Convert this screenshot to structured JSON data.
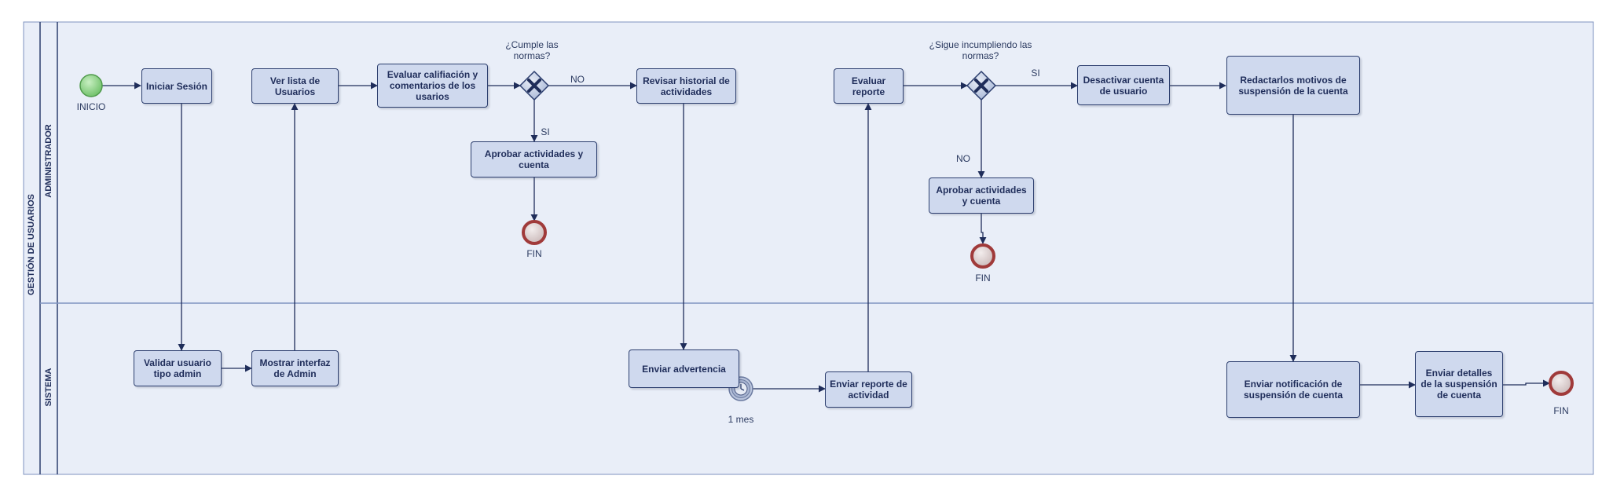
{
  "pool": {
    "title": "GESTIÓN DE USUARIOS"
  },
  "lanes": {
    "admin": "ADMINISTRADOR",
    "system": "SISTEMA"
  },
  "events": {
    "start": "INICIO",
    "end1": "FIN",
    "end2": "FIN",
    "end3": "FIN",
    "timer": "1 mes"
  },
  "tasks": {
    "iniciar_sesion": "Iniciar Sesión",
    "ver_lista": "Ver lista de Usuarios",
    "evaluar_calificacion": "Evaluar califiación y comentarios de los usarios",
    "revisar_historial": "Revisar historial de actividades",
    "aprobar_1": "Aprobar actividades y cuenta",
    "evaluar_reporte": "Evaluar reporte",
    "desactivar_cuenta": "Desactivar cuenta de usuario",
    "redactar_motivos": "Redactarlos motivos de suspensión de la cuenta",
    "aprobar_2": "Aprobar actividades y cuenta",
    "validar_usuario": "Validar usuario tipo admin",
    "mostrar_interfaz": "Mostrar interfaz de Admin",
    "enviar_advertencia": "Enviar advertencia",
    "enviar_reporte": "Enviar reporte de actividad",
    "enviar_notificacion": "Enviar notificación de suspensión de cuenta",
    "enviar_detalles": "Enviar detalles de la suspensión de cuenta"
  },
  "gateways": {
    "g1": {
      "question": "¿Cumple las normas?",
      "no": "NO",
      "yes": "SI"
    },
    "g2": {
      "question": "¿Sigue incumpliendo las normas?",
      "yes": "SI",
      "no": "NO"
    }
  },
  "colors": {
    "pool_bg": "#e9eef8",
    "border": "#2c3e6e",
    "task_fill": "#cfd9ee",
    "start_fill": "#8fd18a",
    "end_ring": "#a03a3a",
    "lane_line": "#7f93bf"
  }
}
